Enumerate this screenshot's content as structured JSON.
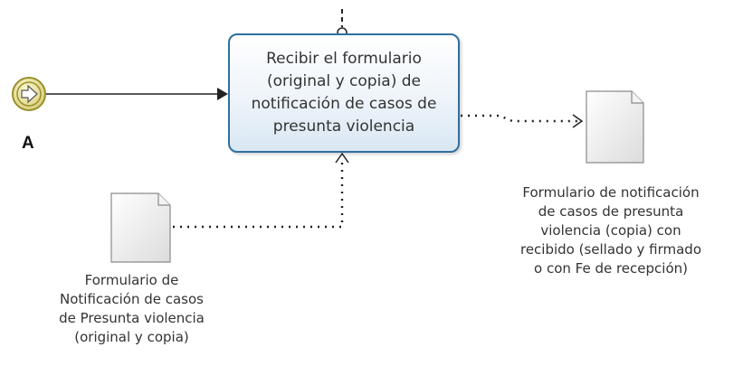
{
  "start_event": {
    "label": "A",
    "icon": "link-catch-icon"
  },
  "task": {
    "label": "Recibir  el formulario\n(original y copia)  de\nnotificación de casos de\npresunta violencia",
    "border_color": "#2f6f9f",
    "fill_color": "#eef4fa"
  },
  "input_document": {
    "label": "Formulario de\nNotificación  de casos\nde Presunta  violencia\n(original y copia)"
  },
  "output_document": {
    "label": "Formulario de notificación\nde casos de presunta\nviolencia (copia)  con\nrecibido (sellado y firmado\no con Fe de recepción)"
  },
  "colors": {
    "event_fill": "#e8e2a0",
    "event_stroke": "#9a8f2c",
    "flow": "#222222"
  }
}
